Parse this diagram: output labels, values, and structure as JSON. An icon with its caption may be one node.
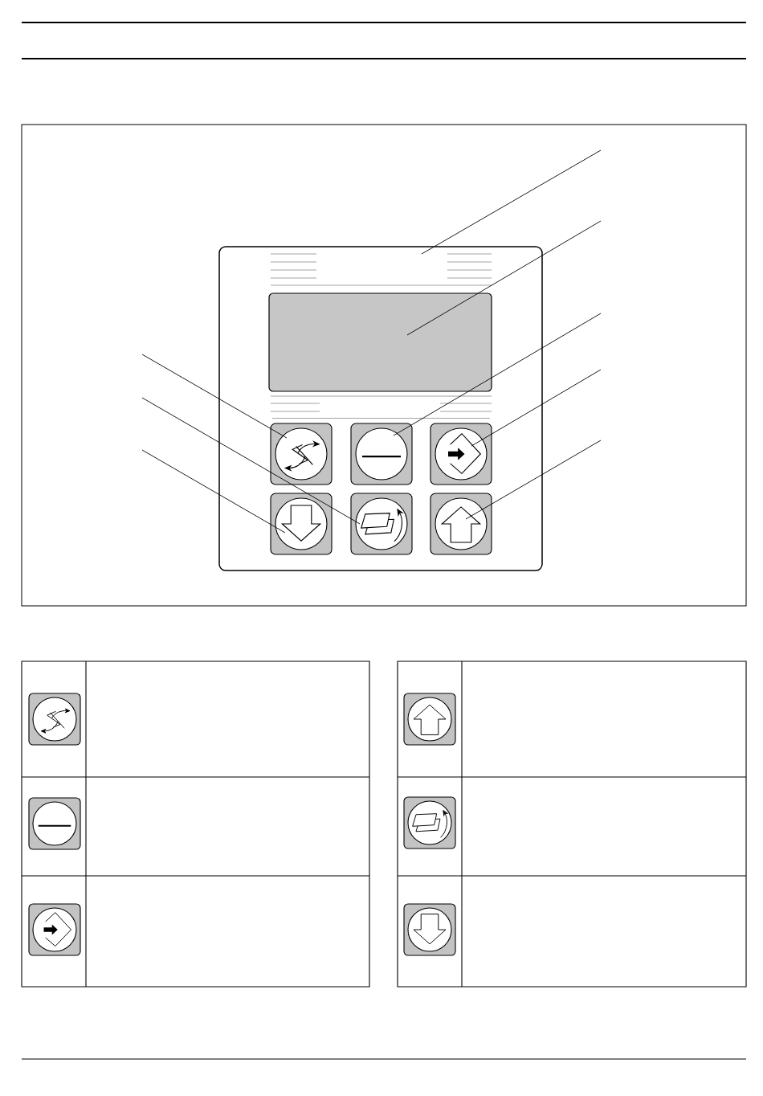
{
  "diagram": {
    "nodes": [
      {
        "text": [],
        "shape": "box"
      },
      {
        "text": [],
        "shape": "box",
        "in": 0
      },
      {
        "text": [],
        "shape": "button",
        "in": 0
      },
      {
        "text": [],
        "shape": "button",
        "in": 0
      },
      {
        "text": [],
        "shape": "button",
        "in": 0
      },
      {
        "text": [],
        "shape": "button",
        "in": 0
      },
      {
        "text": [],
        "shape": "button",
        "in": 0
      },
      {
        "text": [],
        "shape": "button",
        "in": 0
      },
      {
        "text": [],
        "shape": "button"
      },
      {
        "text": [],
        "shape": "button"
      },
      {
        "text": [],
        "shape": "button"
      },
      {
        "text": [],
        "shape": "button"
      },
      {
        "text": [],
        "shape": "button"
      },
      {
        "text": [],
        "shape": "button"
      }
    ],
    "edges": [
      {
        "from": null,
        "to": 0,
        "arrow": "none"
      },
      {
        "from": null,
        "to": 1,
        "arrow": "none"
      },
      {
        "from": null,
        "to": 3,
        "arrow": "none"
      },
      {
        "from": null,
        "to": 4,
        "arrow": "none"
      },
      {
        "from": null,
        "to": 7,
        "arrow": "none"
      },
      {
        "from": null,
        "to": 2,
        "arrow": "none"
      },
      {
        "from": null,
        "to": 6,
        "arrow": "none"
      },
      {
        "from": null,
        "to": 5,
        "arrow": "none"
      }
    ]
  }
}
